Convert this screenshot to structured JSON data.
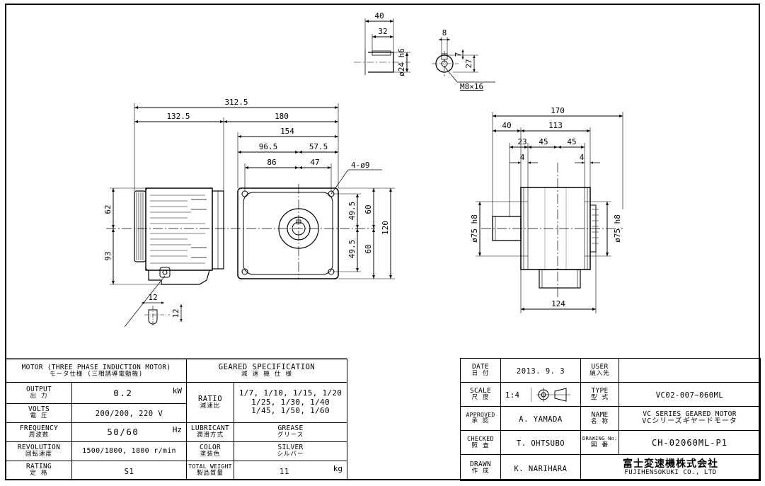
{
  "dimensions": {
    "total_length": "312.5",
    "motor_length": "132.5",
    "gear_length": "180",
    "d154": "154",
    "d96_5": "96.5",
    "d57_5": "57.5",
    "d86": "86",
    "d47": "47",
    "holes": "4-ø9",
    "d62": "62",
    "d93": "93",
    "d49_5a": "49.5",
    "d49_5b": "49.5",
    "d60a": "60",
    "d60b": "60",
    "d120": "120",
    "d12a": "12",
    "d12b": "12",
    "shaft_40": "40",
    "shaft_32": "32",
    "shaft_dia": "ø24 h6",
    "key_8": "8",
    "key_7": "7",
    "key_27": "27",
    "thread": "M8×16",
    "side_170": "170",
    "side_40": "40",
    "side_113": "113",
    "side_23": "23",
    "side_45a": "45",
    "side_45b": "45",
    "side_4a": "4",
    "side_4b": "4",
    "side_75a": "ø75 h8",
    "side_75b": "ø75 h8",
    "side_124": "124"
  },
  "motor_table": {
    "header_en": "MOTOR (THREE PHASE INDUCTION MOTOR)",
    "header_jp": "モータ仕様 (三相誘導電動機)",
    "geared_en": "GEARED SPECIFICATION",
    "geared_jp": "減 速 機 仕 様",
    "output_en": "OUTPUT",
    "output_jp": "出 力",
    "output_val": "0.2",
    "output_unit": "kW",
    "volts_en": "VOLTS",
    "volts_jp": "電 圧",
    "volts_val": "200/200, 220 V",
    "freq_en": "FREQUENCY",
    "freq_jp": "周波数",
    "freq_val": "50/60",
    "freq_unit": "Hz",
    "rev_en": "REVOLUTION",
    "rev_jp": "回転速度",
    "rev_val": "1500/1800, 1800 r/min",
    "rating_en": "RATING",
    "rating_jp": "定 格",
    "rating_val": "S1",
    "ratio_en": "RATIO",
    "ratio_jp": "減速比",
    "ratio_line1": "1/7, 1/10, 1/15, 1/20",
    "ratio_line2": "1/25, 1/30, 1/40",
    "ratio_line3": "1/45, 1/50, 1/60",
    "lub_en": "LUBRICANT",
    "lub_jp": "潤滑方式",
    "lub_val_en": "GREASE",
    "lub_val_jp": "グリース",
    "color_en": "COLOR",
    "color_jp": "塗装色",
    "color_val_en": "SILVER",
    "color_val_jp": "シルバー",
    "weight_en": "TOTAL WEIGHT",
    "weight_jp": "製品質量",
    "weight_val": "11",
    "weight_unit": "kg"
  },
  "title_block": {
    "date_en": "DATE",
    "date_jp": "日 付",
    "date_val": "2013. 9. 3",
    "user_en": "USER",
    "user_jp": "納入先",
    "user_val": "",
    "scale_en": "SCALE",
    "scale_jp": "尺 度",
    "scale_val": "1:4",
    "type_en": "TYPE",
    "type_jp": "型 式",
    "type_val": "VC02-007~060ML",
    "approved_en": "APPROVED",
    "approved_jp": "承 認",
    "approved_val": "A. YAMADA",
    "name_en": "NAME",
    "name_jp": "名 称",
    "name_val_en": "VC SERIES GEARED MOTOR",
    "name_val_jp": "VCシリーズギヤードモータ",
    "checked_en": "CHECKED",
    "checked_jp": "照 査",
    "checked_val": "T. OHTSUBO",
    "drawno_en": "DRAWING No.",
    "drawno_jp": "図 番",
    "drawno_val": "CH-02060ML-P1",
    "drawn_en": "DRAWN",
    "drawn_jp": "作 成",
    "drawn_val": "K. NARIHARA",
    "maker_jp": "富士変速機株式会社",
    "maker_en": "FUJIHENSOKUKI CO., LTD"
  }
}
